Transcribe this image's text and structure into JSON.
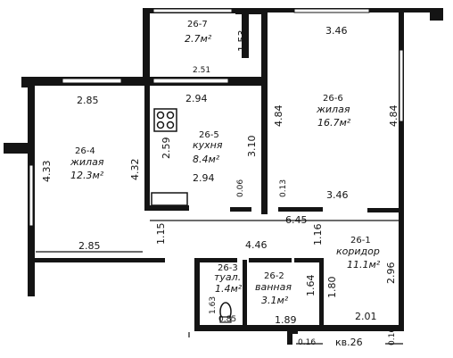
{
  "rooms": {
    "r7": {
      "code": "26-7",
      "area": "2.7м²"
    },
    "r6": {
      "code": "26-6",
      "name": "жилая",
      "area": "16.7м²"
    },
    "r5": {
      "code": "26-5",
      "name": "кухня",
      "area": "8.4м²"
    },
    "r4": {
      "code": "26-4",
      "name": "жилая",
      "area": "12.3м²"
    },
    "r1": {
      "code": "26-1",
      "name": "коридор",
      "area": "11.1м²"
    },
    "r3": {
      "code": "26-3",
      "name": "туал.",
      "area": "1.4м²"
    },
    "r2": {
      "code": "26-2",
      "name": "ванная",
      "area": "3.1м²"
    }
  },
  "dimensions": {
    "d_153": "1.53",
    "d_346_top": "3.46",
    "d_251": "2.51",
    "d_285_top": "2.85",
    "d_294_top": "2.94",
    "d_484_left": "4.84",
    "d_484_right": "4.84",
    "d_259": "2.59",
    "d_310": "3.10",
    "d_433": "4.33",
    "d_432": "4.32",
    "d_294_mid": "2.94",
    "d_006": "0.06",
    "d_013": "0.13",
    "d_346_mid": "3.46",
    "d_645": "6.45",
    "d_115": "1.15",
    "d_285_bottom": "2.85",
    "d_446": "4.46",
    "d_116": "1.16",
    "d_296": "2.96",
    "d_163": "1.63",
    "d_164": "1.64",
    "d_180": "1.80",
    "d_085": "0.85",
    "d_189": "1.89",
    "d_201": "2.01",
    "d_016_a": "0.16",
    "d_016_b": "0.16",
    "balcony": "кв.26"
  },
  "colors": {
    "line": "#141414",
    "paper": "#ffffff"
  }
}
